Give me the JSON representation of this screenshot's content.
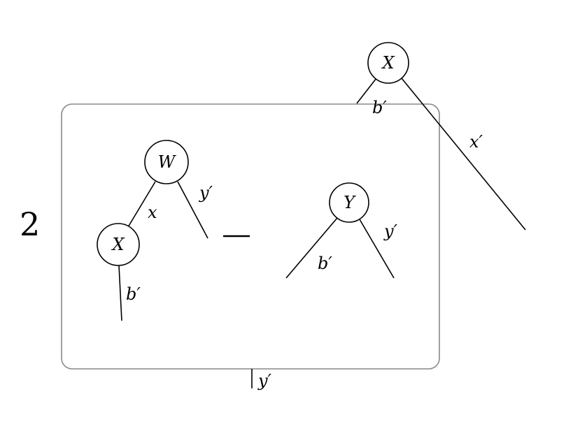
{
  "coefficient": "2",
  "operator": "−",
  "left_tree": {
    "root": "W",
    "child": "X",
    "edge_root_child": "x",
    "edge_root_right": "y′",
    "edge_child_down": "b′"
  },
  "right_tree": {
    "root": "Y",
    "edge_left": "b′",
    "edge_right": "y′"
  },
  "outer_tree": {
    "root": "X",
    "edge_left": "b′",
    "edge_right": "x′",
    "edge_bottom": "y′"
  },
  "colors": {
    "box_stroke": "#888888",
    "ink": "#000000"
  }
}
